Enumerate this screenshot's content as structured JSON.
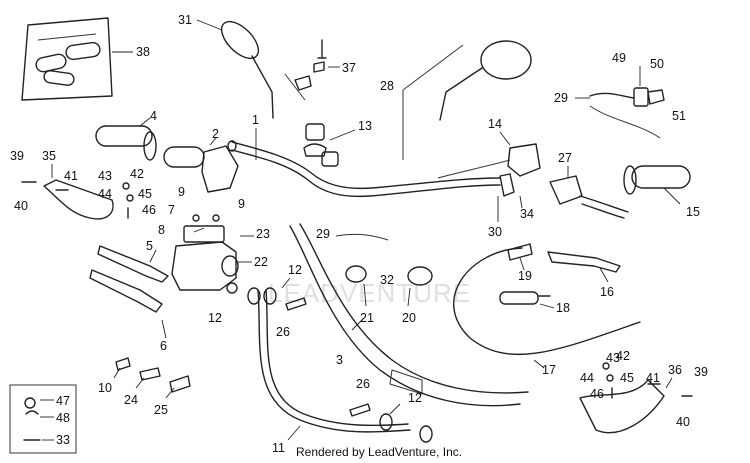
{
  "labels": {
    "l1": "1",
    "l2": "2",
    "l3": "3",
    "l4": "4",
    "l5": "5",
    "l6": "6",
    "l7": "7",
    "l8": "8",
    "l9a": "9",
    "l9b": "9",
    "l10": "10",
    "l11": "11",
    "l12a": "12",
    "l12b": "12",
    "l12c": "12",
    "l13": "13",
    "l14": "14",
    "l15": "15",
    "l16": "16",
    "l17": "17",
    "l18": "18",
    "l19": "19",
    "l20": "20",
    "l21": "21",
    "l22": "22",
    "l23": "23",
    "l24": "24",
    "l25": "25",
    "l26a": "26",
    "l26b": "26",
    "l27": "27",
    "l28": "28",
    "l29a": "29",
    "l29b": "29",
    "l30": "30",
    "l31": "31",
    "l32": "32",
    "l33": "33",
    "l34": "34",
    "l35": "35",
    "l36": "36",
    "l37": "37",
    "l38": "38",
    "l39a": "39",
    "l39b": "39",
    "l40a": "40",
    "l40b": "40",
    "l41a": "41",
    "l41b": "41",
    "l42a": "42",
    "l42b": "42",
    "l43a": "43",
    "l43b": "43",
    "l44a": "44",
    "l44b": "44",
    "l45a": "45",
    "l45b": "45",
    "l46a": "46",
    "l46b": "46",
    "l47": "47",
    "l48": "48",
    "l49": "49",
    "l50": "50",
    "l51": "51"
  },
  "credit": "Rendered by LeadVenture, Inc.",
  "watermark": "LEADVENTURE"
}
